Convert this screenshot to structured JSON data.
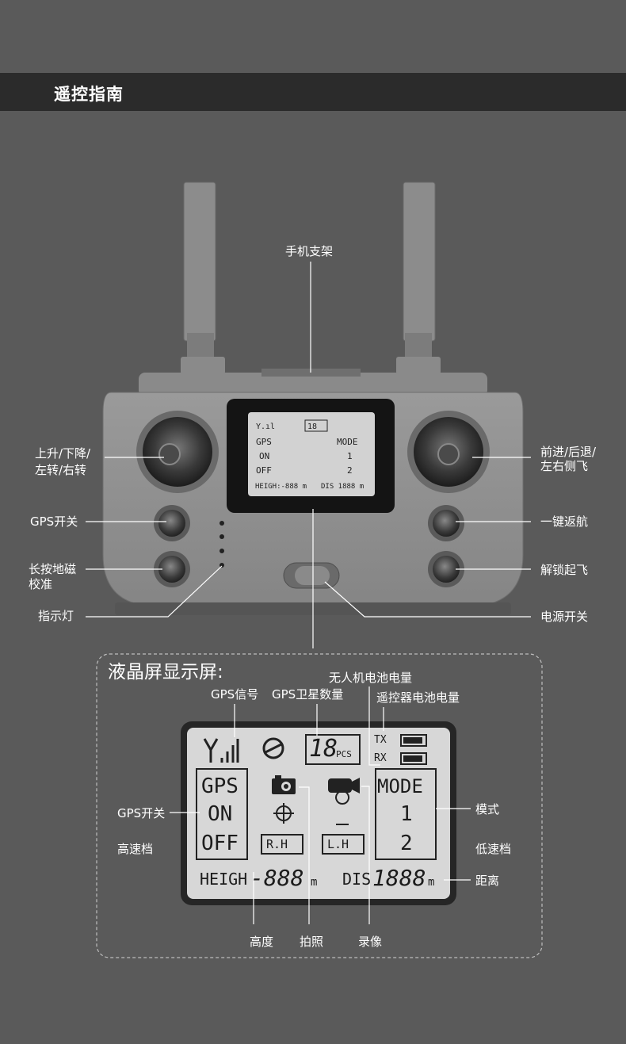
{
  "header": {
    "title": "遥控指南"
  },
  "controller": {
    "phone_holder": "手机支架",
    "left_stick": [
      "上升/下降/",
      "左转/右转"
    ],
    "right_stick": [
      "前进/后退/",
      "左右侧飞"
    ],
    "gps_switch": "GPS开关",
    "calibrate": [
      "长按地磁",
      "校准"
    ],
    "indicator": "指示灯",
    "return_home": "一键返航",
    "unlock_takeoff": "解锁起飞",
    "power_switch": "电源开关"
  },
  "lcd": {
    "section_title": "液晶屏显示屏:",
    "gps_text": [
      "GPS",
      "ON",
      "OFF"
    ],
    "sat_count": "18",
    "pcs": "PCS",
    "tx": "TX",
    "rx": "RX",
    "mode_text": [
      "MODE",
      "1",
      "2"
    ],
    "rh": "R.H",
    "lh": "L.H",
    "heigh": "HEIGH",
    "heigh_val": "-888",
    "dis": "DIS",
    "dis_val": "1888",
    "unit": "m"
  },
  "lcd_labels": {
    "gps_signal": "GPS信号",
    "gps_sat": "GPS卫星数量",
    "drone_batt": "无人机电池电量",
    "rc_batt": "遥控器电池电量",
    "gps_switch": "GPS开关",
    "high_speed": "高速档",
    "mode": "模式",
    "low_speed": "低速档",
    "distance": "距离",
    "height": "高度",
    "photo": "拍照",
    "video": "录像"
  }
}
